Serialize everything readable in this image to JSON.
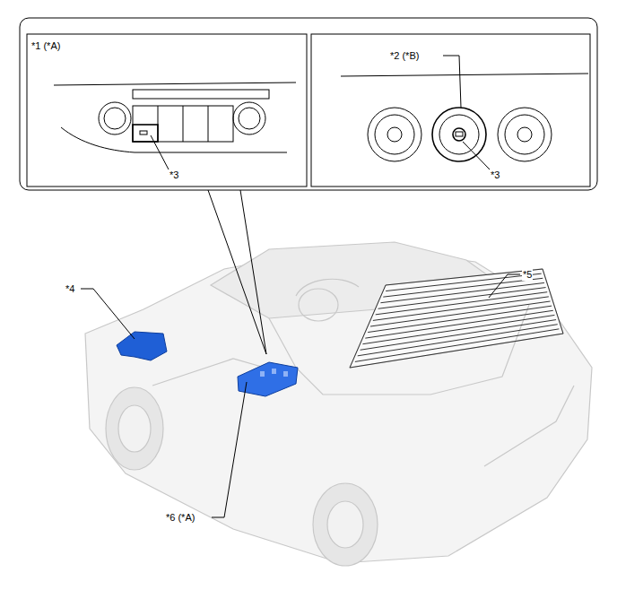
{
  "diagram": {
    "labels": [
      "*1 (*A)",
      "*2 (*B)",
      "*3",
      "*3",
      "*4",
      "*5",
      "*6 (*A)"
    ]
  }
}
